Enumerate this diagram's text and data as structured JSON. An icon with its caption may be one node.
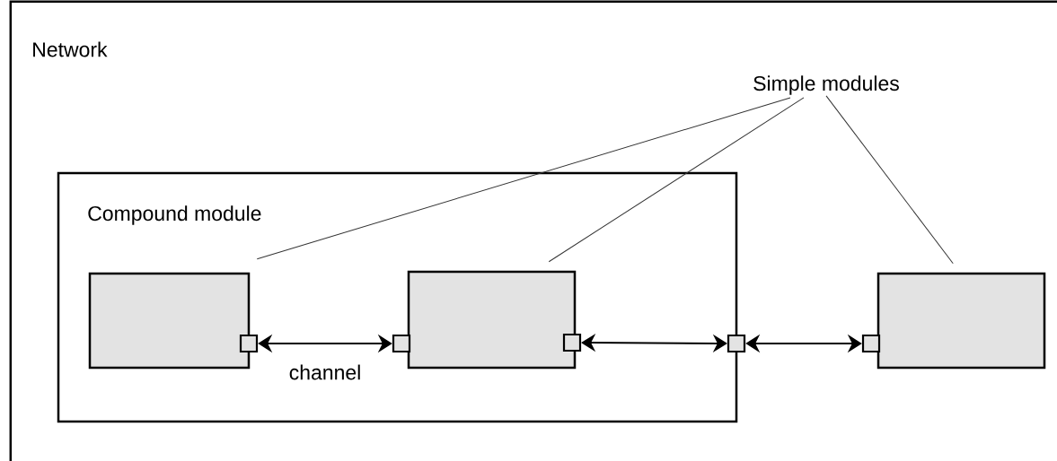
{
  "diagram": {
    "nodes": [
      {
        "text": [
          "Network"
        ]
      },
      {
        "text": [
          "Compound module"
        ],
        "in": 0
      },
      {
        "text": [],
        "shape": "box",
        "in": 1
      },
      {
        "text": [],
        "shape": "box",
        "in": 1
      },
      {
        "text": [],
        "shape": "box",
        "in": 0
      },
      {
        "text": [
          "Simple modules"
        ],
        "in": 0
      },
      {
        "text": [],
        "shape": "box",
        "in": 1
      },
      {
        "text": [],
        "shape": "box",
        "in": 1
      },
      {
        "text": [],
        "shape": "box",
        "in": 1
      },
      {
        "text": [],
        "shape": "box",
        "in": 0
      },
      {
        "text": [],
        "shape": "box",
        "in": 0
      }
    ],
    "edges": [
      {
        "from": 6,
        "to": 7,
        "arrow": "both",
        "label": "channel"
      },
      {
        "from": 8,
        "to": 9,
        "arrow": "both"
      },
      {
        "from": 9,
        "to": 10,
        "arrow": "both"
      },
      {
        "from": 5,
        "to": 2,
        "arrow": "none"
      },
      {
        "from": 5,
        "to": 3,
        "arrow": "none"
      },
      {
        "from": 5,
        "to": 4,
        "arrow": "none"
      }
    ]
  }
}
